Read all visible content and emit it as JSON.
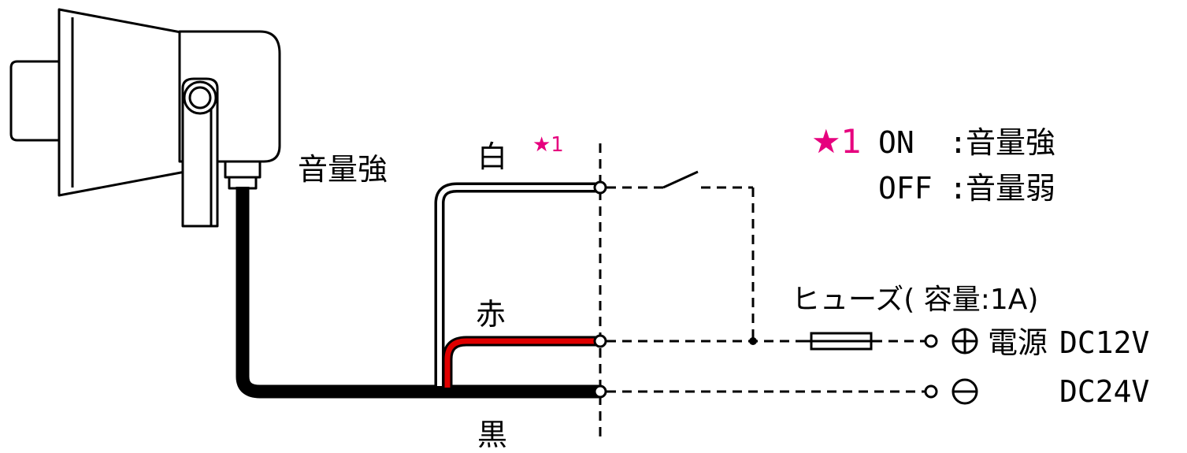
{
  "colors": {
    "ink": "#000000",
    "red_wire": "#e00000",
    "star": "#e6007e",
    "dash": "#000000"
  },
  "labels": {
    "volume_high": "音量強",
    "wire_white": "白",
    "wire_red": "赤",
    "wire_black": "黒",
    "star_ref": "★1",
    "fuse_label": "ヒューズ( 容量:1A)",
    "plus_sign": "⊕",
    "minus_sign": "⊖",
    "power_label": "電源",
    "dc12": "DC12V",
    "dc24": "DC24V"
  },
  "note": {
    "star": "★1",
    "on_key": "ON",
    "on_colon": ":",
    "on_value": "音量強",
    "off_key": "OFF",
    "off_colon": ":",
    "off_value": "音量弱"
  },
  "icons": {
    "speaker": "horn-speaker-icon",
    "switch": "switch-icon",
    "fuse": "fuse-icon"
  }
}
